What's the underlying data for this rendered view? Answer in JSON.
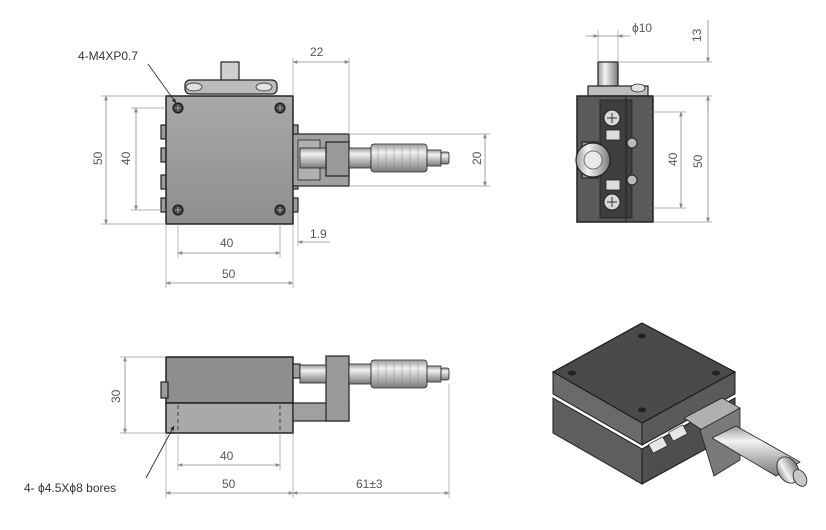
{
  "colors": {
    "body_dark": "#5c5c5c",
    "body_mid": "#8c8c8c",
    "body_light": "#b8b8b8",
    "edge": "#222222",
    "dimension": "#8a8a8a",
    "text": "#555555",
    "micrometer_chrome": "#cfcfcf"
  },
  "top_view": {
    "hole_note": "4-M4XP0.7",
    "dim_22": "22",
    "dim_50_height": "50",
    "dim_40_height": "40",
    "dim_20": "20",
    "dim_40_width": "40",
    "dim_50_width": "50",
    "dim_1_9": "1.9"
  },
  "side_view": {
    "dim_dia10": "ϕ10",
    "dim_13": "13",
    "dim_40": "40",
    "dim_50": "50"
  },
  "front_view": {
    "dim_30": "30",
    "dim_40": "40",
    "dim_50": "50",
    "dim_61": "61±3",
    "bore_note": "4- ϕ4.5Xϕ8 bores"
  },
  "iso_view": {
    "icon": "isometric-stage-icon"
  }
}
